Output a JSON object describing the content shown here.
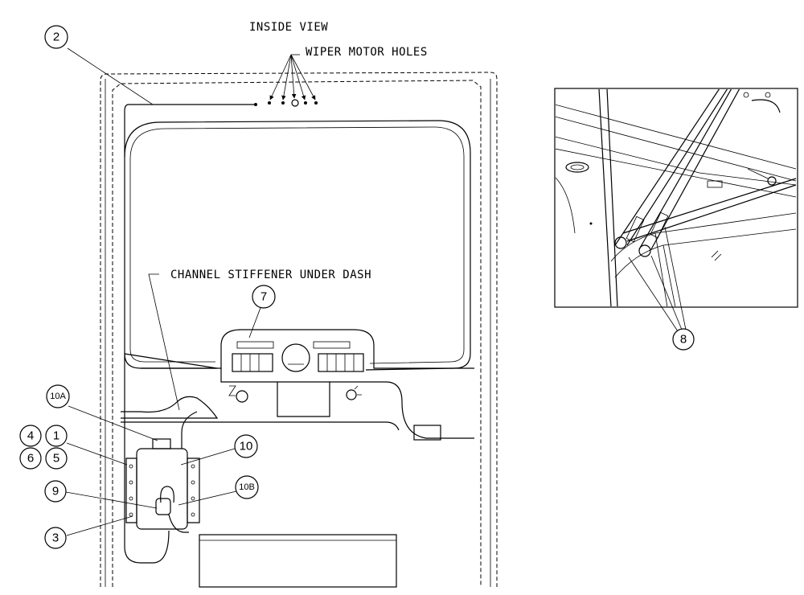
{
  "labels": {
    "title": "INSIDE VIEW",
    "wiper_motor_holes": "WIPER MOTOR HOLES",
    "channel_stiffener": "CHANNEL STIFFENER UNDER DASH"
  },
  "callouts": {
    "c2": "2",
    "c7": "7",
    "c8": "8",
    "c10a": "10A",
    "c10": "10",
    "c10b": "10B",
    "c4": "4",
    "c1": "1",
    "c6": "6",
    "c5": "5",
    "c9": "9",
    "c3": "3"
  }
}
